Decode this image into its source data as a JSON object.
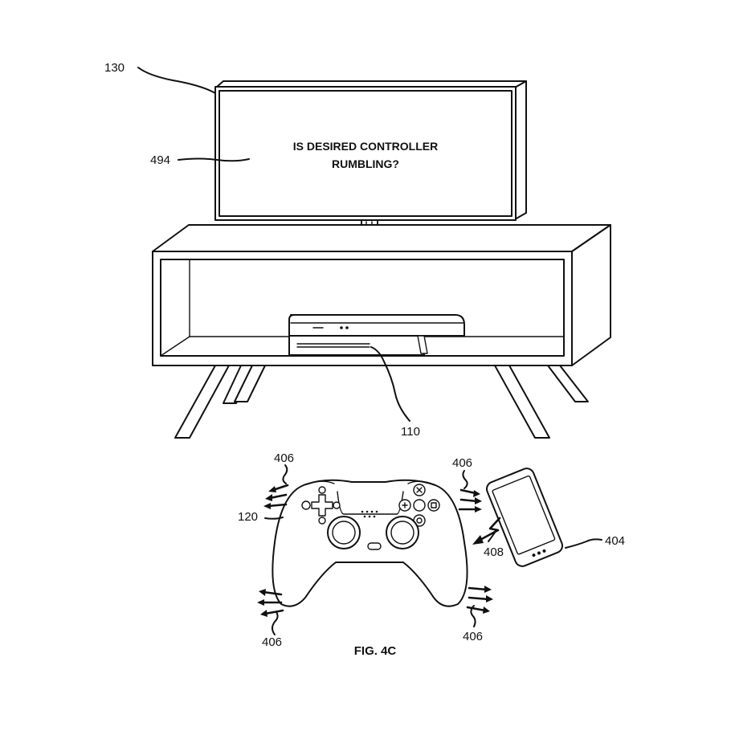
{
  "screen": {
    "line1": "IS DESIRED CONTROLLER",
    "line2": "RUMBLING?"
  },
  "labels": {
    "display": "130",
    "screen_message": "494",
    "console": "110",
    "controller": "120",
    "phone": "404",
    "signal": "408",
    "rumble_top_left": "406",
    "rumble_top_right": "406",
    "rumble_bottom_left": "406",
    "rumble_bottom_right": "406"
  },
  "figure_caption": "FIG. 4C"
}
